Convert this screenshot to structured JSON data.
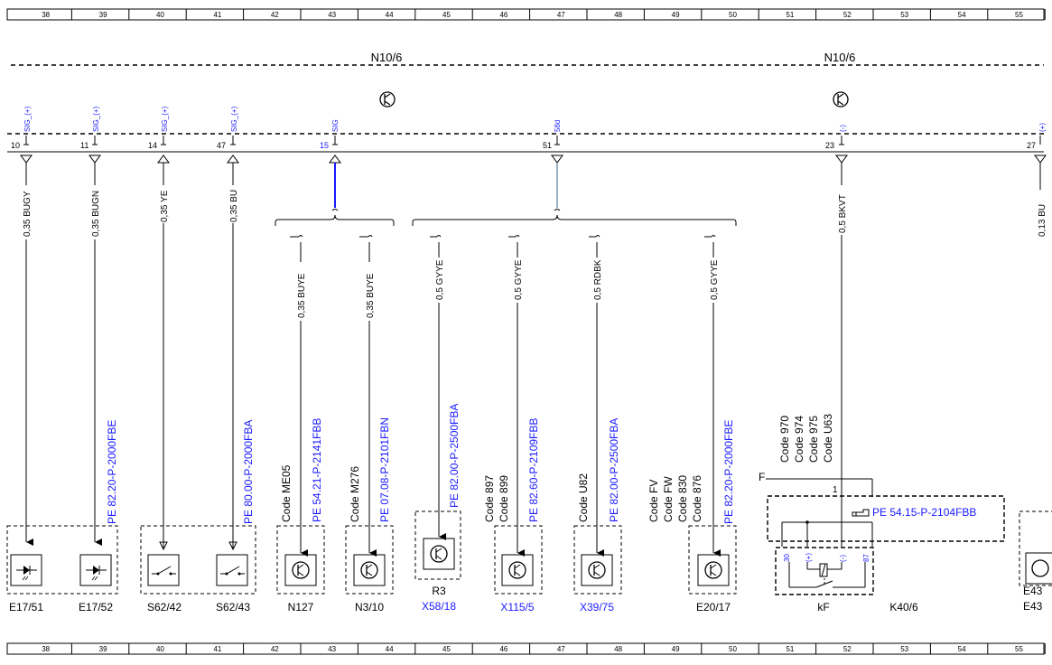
{
  "ruler": {
    "columns": [
      "38",
      "39",
      "40",
      "41",
      "42",
      "43",
      "44",
      "45",
      "46",
      "47",
      "48",
      "49",
      "50",
      "51",
      "52",
      "53",
      "54",
      "55"
    ]
  },
  "modules": [
    {
      "label": "N10/6"
    },
    {
      "label": "N10/6"
    }
  ],
  "pins": [
    {
      "number": "10",
      "signal": "SIG_(+)"
    },
    {
      "number": "11",
      "signal": "SIG_(+)"
    },
    {
      "number": "14",
      "signal": "SIG_(+)"
    },
    {
      "number": "47",
      "signal": "SIG_(+)"
    },
    {
      "number": "15",
      "signal": "SIG"
    },
    {
      "number": "51",
      "signal": "58d"
    },
    {
      "number": "23",
      "signal": "(-)"
    },
    {
      "number": "27",
      "signal": "(+)"
    }
  ],
  "wires": [
    "0,35 BUGY",
    "0,35 BUGN",
    "0,35 YE",
    "0,35 BU",
    "0,35 BUYE",
    "0,35 BUYE",
    "0,5 GYYE",
    "0,5 GYYE",
    "0,5 RDBK",
    "0,5 GYYE",
    "0,5 BKVT",
    "0,13 BU"
  ],
  "references": [
    "PE 82.20-P-2000FBE",
    "PE 80.00-P-2000FBA",
    "PE 54.21-P-2141FBB",
    "PE 07.08-P-2101FBN",
    "PE 82.00-P-2500FBA",
    "PE 82.60-P-2109FBB",
    "PE 82.00-P-2500FBA",
    "PE 82.20-P-2000FBE",
    "PE 54.15-P-2104FBB"
  ],
  "codes": {
    "n127": "Code ME05",
    "n310": "Code M276",
    "x115_a": "Code 897",
    "x115_b": "Code 899",
    "x39": "Code U82",
    "e20_a": "Code FV",
    "e20_b": "Code FW",
    "e20_c": "Code 830",
    "e20_d": "Code 876",
    "k40_a": "Code 970",
    "k40_b": "Code 974",
    "k40_c": "Code 975",
    "k40_d": "Code U63"
  },
  "components": {
    "e17_51": "E17/51",
    "e17_52": "E17/52",
    "s62_42": "S62/42",
    "s62_43": "S62/43",
    "n127": "N127",
    "n3_10": "N3/10",
    "r3": "R3",
    "x58_18": "X58/18",
    "x115_5": "X115/5",
    "x39_75": "X39/75",
    "e20_17": "E20/17",
    "kf": "kF",
    "k40_6": "K40/6",
    "e43_a": "E43",
    "e43_b": "E43"
  },
  "relay": {
    "fuse_label": "F",
    "fuse_pin": "1",
    "pin_30": "30",
    "pin_plus": "(+)",
    "pin_minus": "(-)",
    "pin_87": "87"
  },
  "colors": {
    "line": "#000000",
    "link": "#1a1aff",
    "signal_wire": "#1a1aff"
  }
}
